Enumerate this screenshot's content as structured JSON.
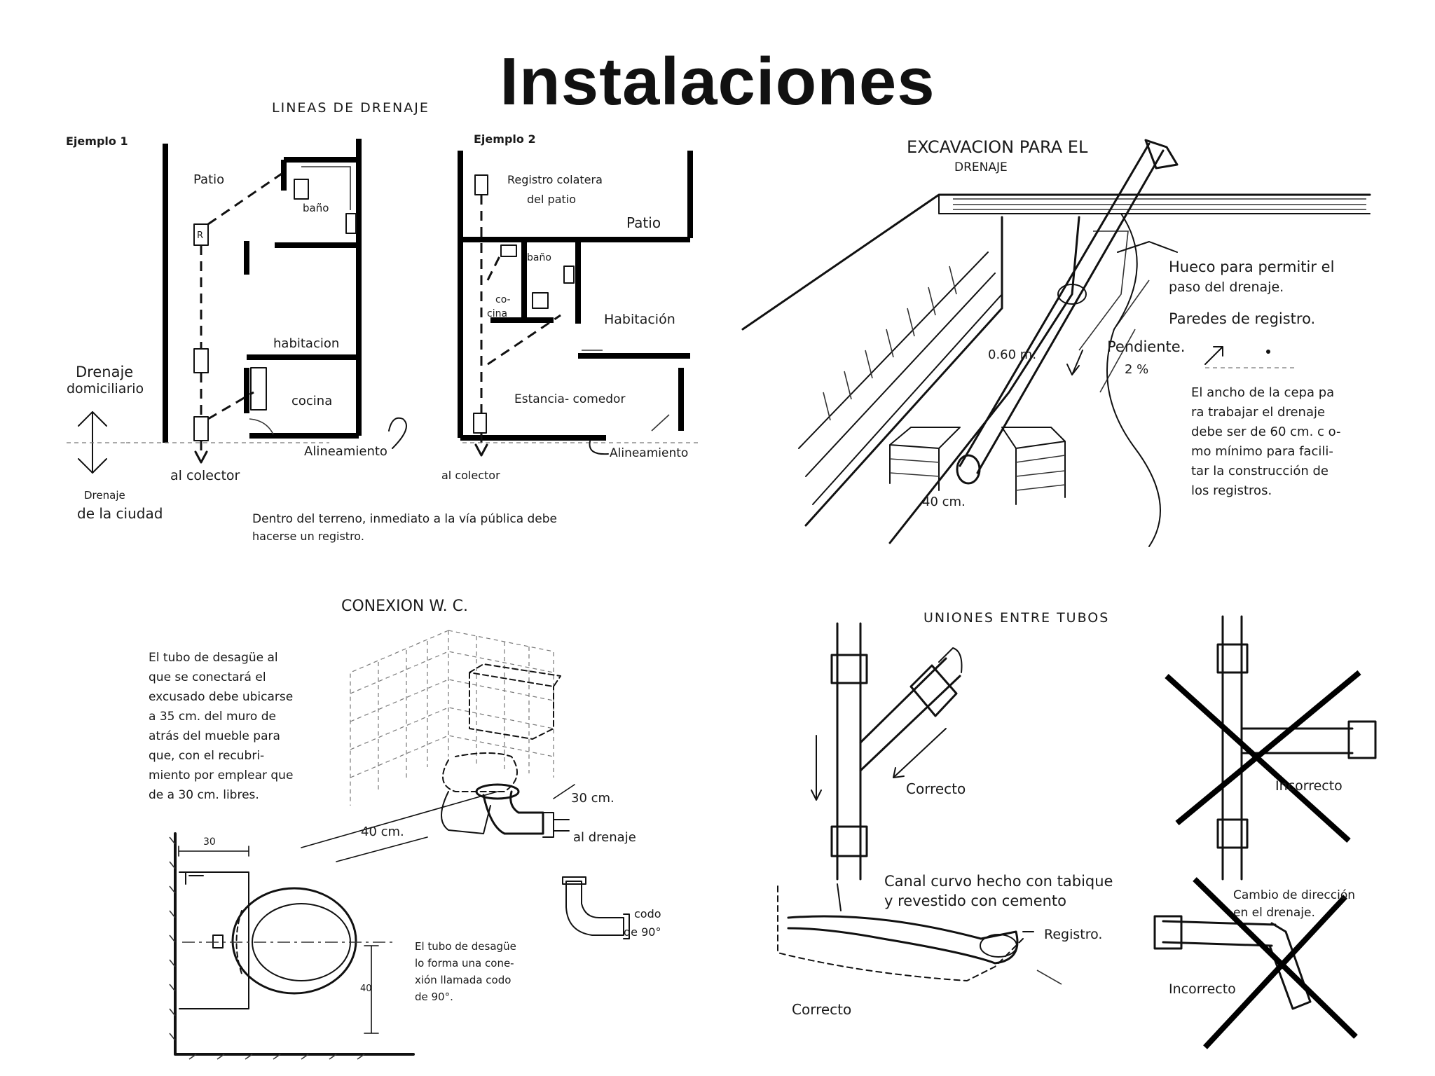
{
  "title": "Instalaciones",
  "p1": {
    "heading": "LINEAS DE DRENAJE",
    "ex1": "Ejemplo 1",
    "ex2": "Ejemplo 2",
    "patio1": "Patio",
    "bano1": "baño",
    "habitacion1": "habitacion",
    "cocina1": "cocina",
    "reg1": "R",
    "drenaje_dom_1": "Drenaje",
    "drenaje_dom_2": "domiciliario",
    "alineamiento1": "Alineamiento",
    "colector1": "al colector",
    "drenaje_ciudad_1": "Drenaje",
    "drenaje_ciudad_2": "de la ciudad",
    "registro_patio_1": "Registro colatera",
    "registro_patio_2": "del patio",
    "patio2": "Patio",
    "bano2": "baño",
    "cocina2_1": "co-",
    "cocina2_2": "cina",
    "habitacion2": "Habitación",
    "estancia": "Estancia- comedor",
    "alineamiento2": "Alineamiento",
    "colector2": "al colector",
    "note_1": "Dentro del terreno, inmediato a la vía pública debe",
    "note_2": "hacerse un registro."
  },
  "p2": {
    "heading_1": "EXCAVACION PARA EL",
    "heading_2": "DRENAJE",
    "hueco_1": "Hueco para permitir el",
    "hueco_2": "paso del drenaje.",
    "paredes": "Paredes de registro.",
    "pendiente": "Pendiente.",
    "pendiente_val": "2 %",
    "dim_60": "0.60 m.",
    "dim_40": "40 cm.",
    "ancho_1": "El ancho de la cepa pa",
    "ancho_2": "ra trabajar el drenaje",
    "ancho_3": "debe ser de 60 cm. c o-",
    "ancho_4": "mo mínimo para facili-",
    "ancho_5": "tar la construcción de",
    "ancho_6": "los registros."
  },
  "p3": {
    "heading": "CONEXION W. C.",
    "text_1": "El tubo de desagüe al",
    "text_2": "que se conectará el",
    "text_3": "excusado debe ubicarse",
    "text_4": "a 35 cm. del muro de",
    "text_5": "atrás del mueble para",
    "text_6": "que, con el recubri-",
    "text_7": "miento por emplear que",
    "text_8": "de a 30 cm. libres.",
    "dim_30cm": "30 cm.",
    "dim_40cm": "40 cm.",
    "al_drenaje": "al drenaje",
    "dim_30": "30",
    "dim_40": "40",
    "codo_1": "codo",
    "codo_2": "de 90°",
    "elbow_1": "El tubo de desagüe",
    "elbow_2": "lo forma una cone-",
    "elbow_3": "xión llamada codo",
    "elbow_4": "de 90°."
  },
  "p4": {
    "heading": "UNIONES ENTRE TUBOS",
    "correcto1": "Correcto",
    "incorrecto1": "Incorrecto",
    "canal_1": "Canal curvo hecho con tabique",
    "canal_2": "y revestido con cemento",
    "registro": "Registro.",
    "correcto2": "Correcto",
    "cambio_1": "Cambio de dirección",
    "cambio_2": "en el drenaje.",
    "incorrecto2": "Incorrecto"
  }
}
